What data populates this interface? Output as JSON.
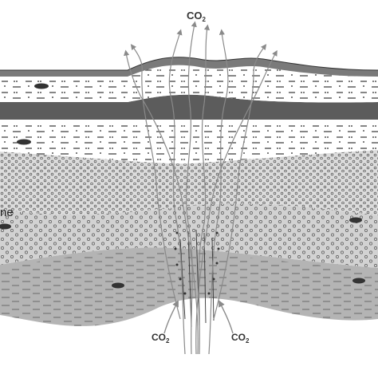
{
  "labels": {
    "co2_top": {
      "main": "CO",
      "sub": "2"
    },
    "co2_bottom_left": {
      "main": "CO",
      "sub": "2"
    },
    "co2_bottom_right": {
      "main": "CO",
      "sub": "2"
    },
    "zone_partial": "ne"
  },
  "colors": {
    "background": "#ffffff",
    "dark_band": "#5c5c5c",
    "soil_band": "#7a7a7a",
    "light_gray_layer": "#d6d6d6",
    "mid_gray_layer": "#c3c3c3",
    "bottom_layer": "#a9a9a9",
    "arrow": "#8a8a8a",
    "ink": "#333333"
  }
}
